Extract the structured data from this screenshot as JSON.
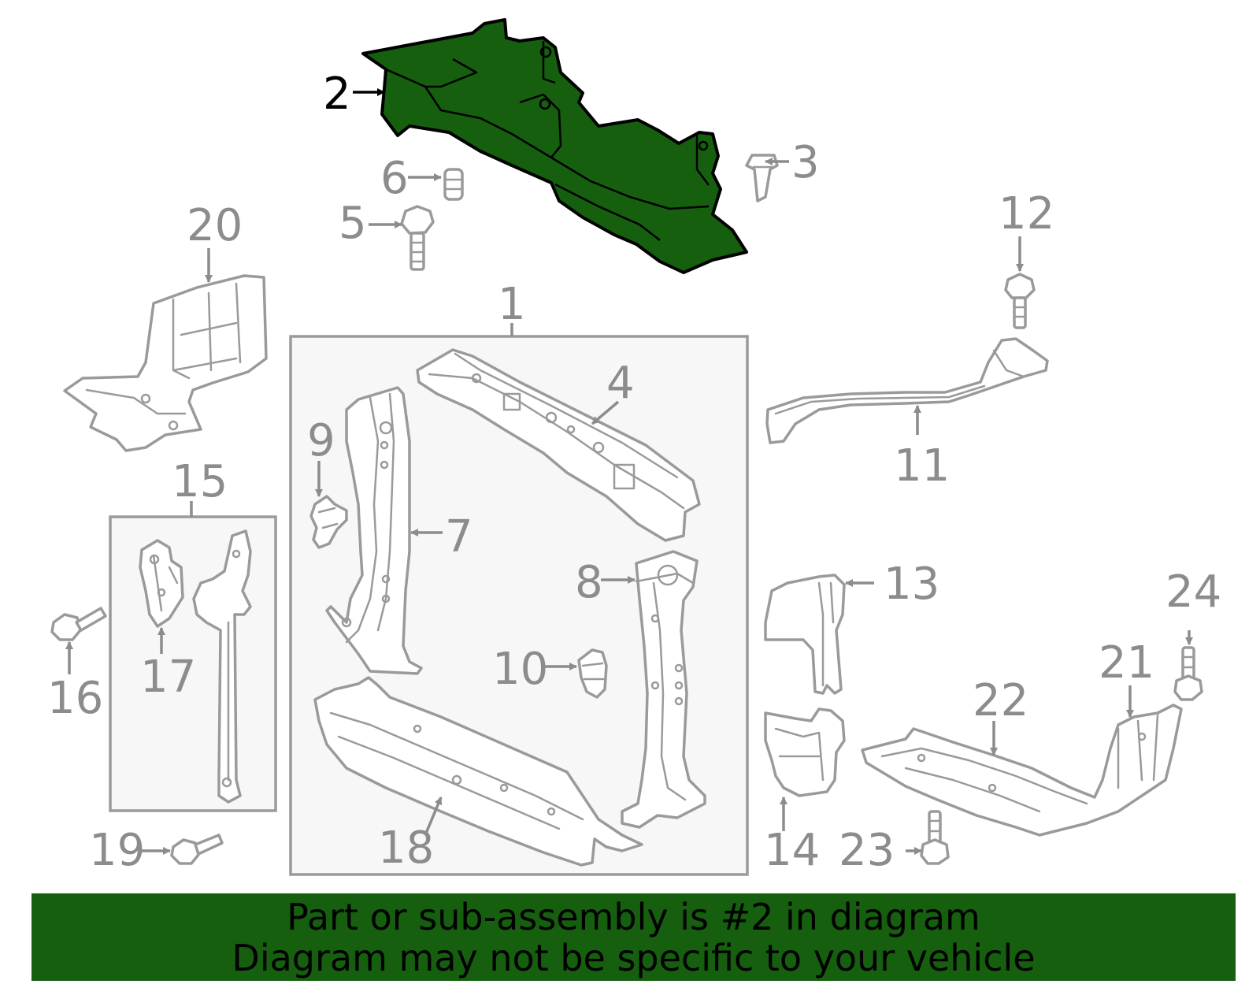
{
  "highlight_color": "#155f0f",
  "callouts": {
    "c1": "1",
    "c2": "2",
    "c3": "3",
    "c4": "4",
    "c5": "5",
    "c6": "6",
    "c7": "7",
    "c8": "8",
    "c9": "9",
    "c10": "10",
    "c11": "11",
    "c12": "12",
    "c13": "13",
    "c14": "14",
    "c15": "15",
    "c16": "16",
    "c17": "17",
    "c18": "18",
    "c19": "19",
    "c20": "20",
    "c21": "21",
    "c22": "22",
    "c23": "23",
    "c24": "24"
  },
  "banner": {
    "line1": "Part or sub-assembly is #2 in diagram",
    "line2": "Diagram may not be specific to your vehicle"
  }
}
